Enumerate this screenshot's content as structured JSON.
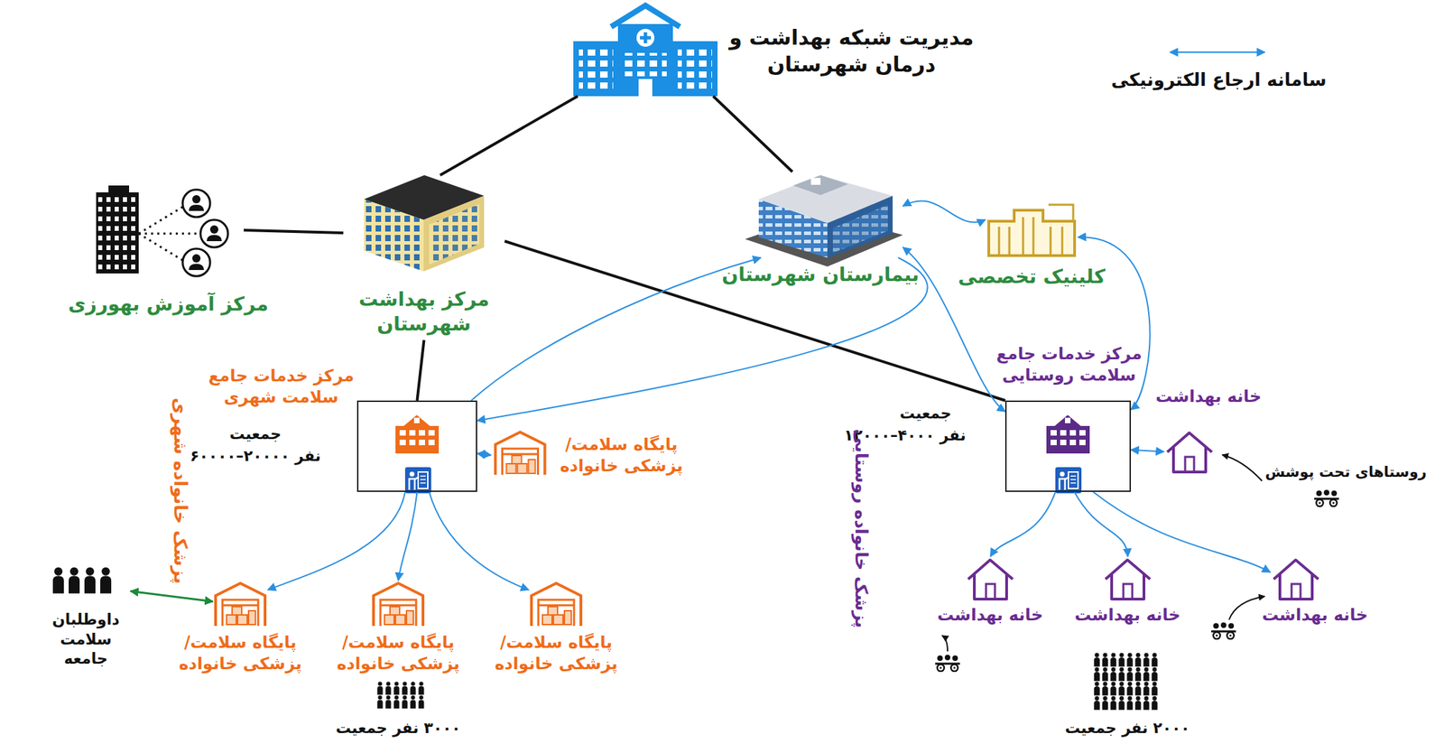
{
  "diagram": {
    "nodes": [
      {
        "text": [
          "مدیریت شبکه بهداشت و درمان شهرستان"
        ]
      },
      {
        "text": [
          "مرکز بهداشت شهرستان"
        ]
      },
      {
        "text": [
          "مرکز آموزش بهورزی"
        ]
      },
      {
        "text": [
          "بیمارستان شهرستان"
        ]
      },
      {
        "text": [
          "کلینیک تخصصی"
        ]
      },
      {
        "text": [
          "مرکز خدمات جامع سلامت شهری"
        ]
      },
      {
        "text": [
          "پایگاه سلامت/ پزشکی خانواده"
        ]
      },
      {
        "text": [
          "پایگاه سلامت/ پزشکی خانواده"
        ]
      },
      {
        "text": [
          "پایگاه سلامت/ پزشکی خانواده"
        ]
      },
      {
        "text": [
          "پایگاه سلامت/ پزشکی خانواده"
        ]
      },
      {
        "text": [
          "داوطلبان سلامت جامعه"
        ]
      },
      {
        "text": [
          "مرکز خدمات جامع سلامت روستایی"
        ]
      },
      {
        "text": [
          "خانه بهداشت"
        ]
      },
      {
        "text": [
          "خانه بهداشت"
        ]
      },
      {
        "text": [
          "خانه بهداشت"
        ]
      },
      {
        "text": [
          "خانه بهداشت"
        ]
      }
    ],
    "edges": [
      {
        "from": 0,
        "to": 1,
        "arrow": "none"
      },
      {
        "from": 0,
        "to": 3,
        "arrow": "none"
      },
      {
        "from": 1,
        "to": 2,
        "arrow": "none"
      },
      {
        "from": 1,
        "to": 5,
        "arrow": "none"
      },
      {
        "from": 1,
        "to": 11,
        "arrow": "none"
      },
      {
        "from": 3,
        "to": 4,
        "arrow": "both"
      },
      {
        "from": 5,
        "to": 3,
        "arrow": "to"
      },
      {
        "from": 3,
        "to": 5,
        "arrow": "to"
      },
      {
        "from": 3,
        "to": 11,
        "arrow": "both"
      },
      {
        "from": 4,
        "to": 11,
        "arrow": "both"
      },
      {
        "from": 5,
        "to": 6,
        "arrow": "both"
      },
      {
        "from": 5,
        "to": 7,
        "arrow": "to"
      },
      {
        "from": 5,
        "to": 8,
        "arrow": "to"
      },
      {
        "from": 5,
        "to": 9,
        "arrow": "to"
      },
      {
        "from": 10,
        "to": 7,
        "arrow": "both"
      },
      {
        "from": 11,
        "to": 12,
        "arrow": "both"
      },
      {
        "from": 11,
        "to": 13,
        "arrow": "to"
      },
      {
        "from": 11,
        "to": 14,
        "arrow": "to"
      },
      {
        "from": 11,
        "to": 15,
        "arrow": "to"
      }
    ],
    "labels": [
      "پزشک خانواده شهری",
      "جمعیت",
      "۶۰۰۰۰–۲۰۰۰۰ نفر",
      "۳۰۰۰ نفر جمعیت",
      "جمعیت",
      "۱۲۰۰۰–۴۰۰۰ نفر",
      "پزشک خانواده روستایی",
      "روستاهای تحت پوشش",
      "۲۰۰۰ نفر جمعیت"
    ],
    "legend": [
      {
        "text": "سامانه ارجاع الکترونیکی"
      }
    ]
  }
}
